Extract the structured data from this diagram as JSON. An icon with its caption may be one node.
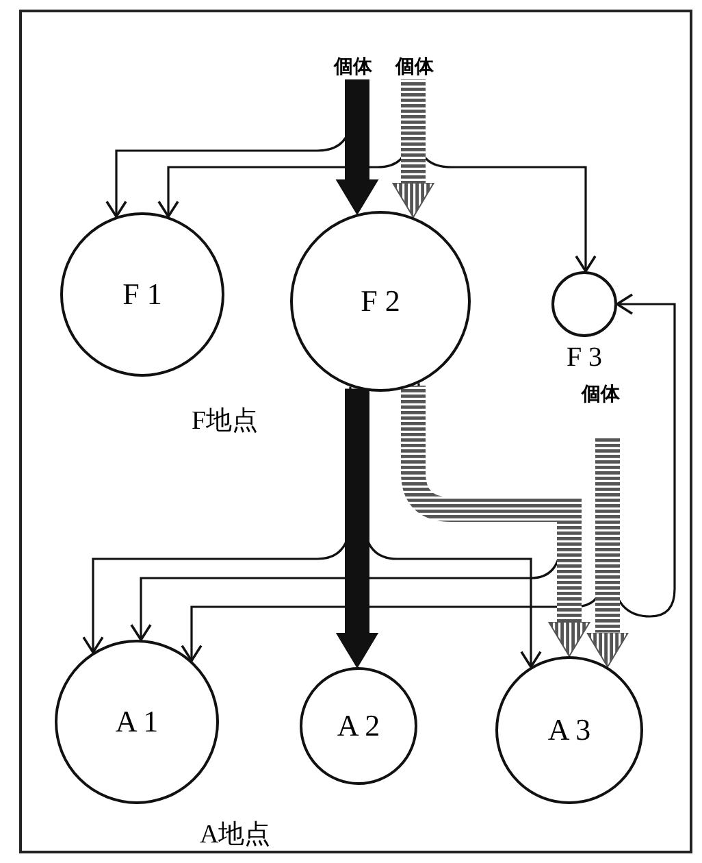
{
  "diagram": {
    "nodes": [
      {
        "text": [
          "個体"
        ]
      },
      {
        "text": [
          "個体"
        ]
      },
      {
        "text": [
          "F 1"
        ]
      },
      {
        "text": [
          "F 2"
        ]
      },
      {
        "text": [
          "F 3"
        ],
        "beside": [
          "個体"
        ]
      },
      {
        "text": [
          "A 1"
        ]
      },
      {
        "text": [
          "A 2"
        ]
      },
      {
        "text": [
          "A 3"
        ]
      }
    ],
    "edges": [
      {
        "from": 0,
        "to": 3,
        "arrow": "to",
        "style": "thick"
      },
      {
        "from": 1,
        "to": 3,
        "arrow": "to",
        "style": "thick",
        "color": "#555555"
      },
      {
        "from": 0,
        "to": 2,
        "arrow": "to"
      },
      {
        "from": 1,
        "to": 2,
        "arrow": "to"
      },
      {
        "from": 1,
        "to": 4,
        "arrow": "to"
      },
      {
        "from": 3,
        "to": 6,
        "arrow": "to",
        "style": "thick"
      },
      {
        "from": 3,
        "to": 5,
        "arrow": "to"
      },
      {
        "from": 3,
        "to": 7,
        "arrow": "to"
      },
      {
        "from": 3,
        "to": 7,
        "arrow": "to",
        "style": "thick",
        "color": "#555555"
      },
      {
        "from": 3,
        "to": 5,
        "arrow": "to"
      },
      {
        "from": 4,
        "to": 7,
        "arrow": "to",
        "style": "thick",
        "color": "#555555"
      },
      {
        "from": 4,
        "to": 5,
        "arrow": "to"
      },
      {
        "from": 4,
        "to": 4,
        "arrow": "to"
      }
    ],
    "labels": [
      "F地点",
      "A地点"
    ]
  }
}
